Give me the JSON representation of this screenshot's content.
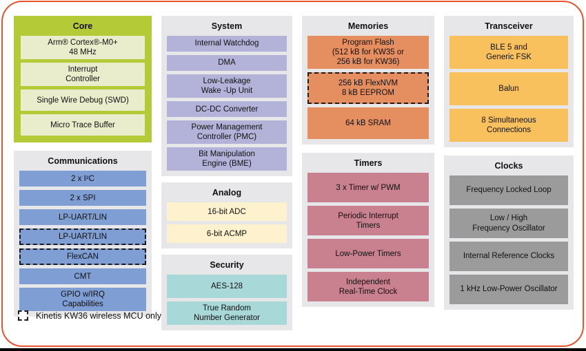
{
  "legend": {
    "label": "Kinetis KW36 wireless MCU only",
    "symbol": "dashed-box"
  },
  "colors": {
    "frame_border": "#e8532c",
    "section_background": "#e7e7e9",
    "core_background": "#b4ca36",
    "core_item": "#e9edcb",
    "communications_item": "#7f9ed3",
    "system_item": "#b3b3d9",
    "analog_item": "#fdf2cd",
    "security_item": "#a9d8d8",
    "memories_item": "#e58e60",
    "timers_item": "#c9808f",
    "transceiver_item": "#f9c15e",
    "clocks_item": "#9b9b9b",
    "bottom_bar": "#000000"
  },
  "sections": {
    "core": {
      "title": "Core",
      "items": [
        {
          "text": "Arm® Cortex®-M0+\n48 MHz"
        },
        {
          "text": "Interrupt\nController"
        },
        {
          "text": "Single Wire Debug (SWD)"
        },
        {
          "text": "Micro Trace Buffer"
        }
      ]
    },
    "communications": {
      "title": "Communications",
      "items": [
        {
          "text": "2 x I²C"
        },
        {
          "text": "2 x SPI"
        },
        {
          "text": "LP-UART/LIN"
        },
        {
          "text": "LP-UART/LIN",
          "kw36_only": true
        },
        {
          "text": "FlexCAN",
          "kw36_only": true
        },
        {
          "text": "CMT"
        },
        {
          "text": "GPIO w/IRQ\nCapabilities"
        }
      ]
    },
    "system": {
      "title": "System",
      "items": [
        {
          "text": "Internal Watchdog"
        },
        {
          "text": "DMA"
        },
        {
          "text": "Low-Leakage\nWake -Up Unit"
        },
        {
          "text": "DC-DC Converter"
        },
        {
          "text": "Power Management\nController (PMC)"
        },
        {
          "text": "Bit Manipulation\nEngine (BME)"
        }
      ]
    },
    "analog": {
      "title": "Analog",
      "items": [
        {
          "text": "16-bit ADC"
        },
        {
          "text": "6-bit ACMP"
        }
      ]
    },
    "security": {
      "title": "Security",
      "items": [
        {
          "text": "AES-128"
        },
        {
          "text": "True Random\nNumber Generator"
        }
      ]
    },
    "memories": {
      "title": "Memories",
      "items": [
        {
          "text": "Program Flash\n(512 kB for KW35 or\n256 kB for KW36)"
        },
        {
          "text": "256 kB FlexNVM\n8 kB EEPROM",
          "kw36_only": true
        },
        {
          "text": "64 kB SRAM"
        }
      ]
    },
    "timers": {
      "title": "Timers",
      "items": [
        {
          "text": "3 x Timer w/ PWM"
        },
        {
          "text": "Periodic Interrupt\nTimers"
        },
        {
          "text": "Low-Power Timers"
        },
        {
          "text": "Independent\nReal-Time Clock"
        }
      ]
    },
    "transceiver": {
      "title": "Transceiver",
      "items": [
        {
          "text": "BLE 5 and\nGeneric FSK"
        },
        {
          "text": "Balun"
        },
        {
          "text": "8 Simultaneous\nConnections"
        }
      ]
    },
    "clocks": {
      "title": "Clocks",
      "items": [
        {
          "text": "Frequency Locked Loop"
        },
        {
          "text": "Low / High\nFrequency Oscillator"
        },
        {
          "text": "Internal Reference Clocks"
        },
        {
          "text": "1 kHz Low-Power Oscillator"
        }
      ]
    }
  }
}
